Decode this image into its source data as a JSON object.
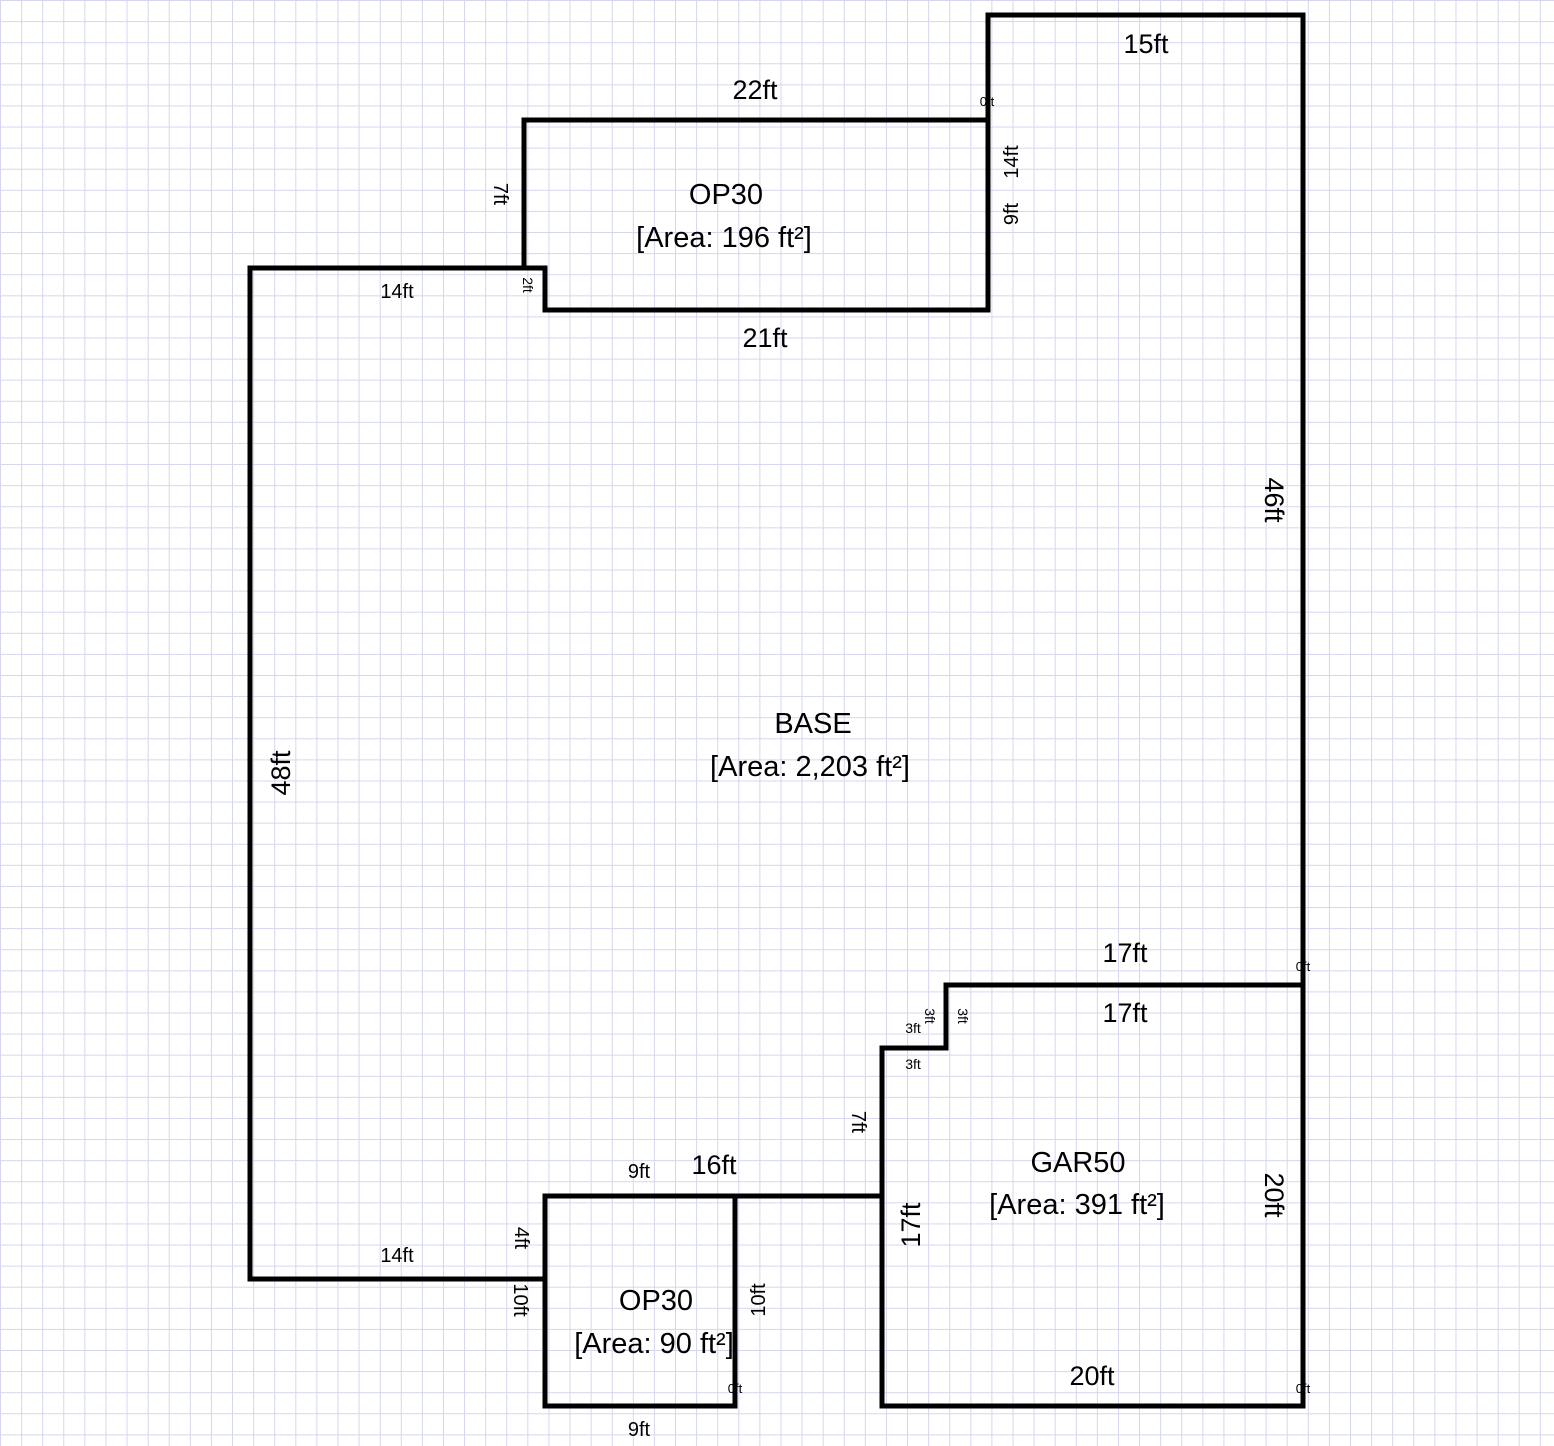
{
  "rooms": {
    "op30_top": {
      "name": "OP30",
      "area": "[Area: 196 ft²]"
    },
    "base": {
      "name": "BASE",
      "area": "[Area: 2,203 ft²]"
    },
    "gar50": {
      "name": "GAR50",
      "area": "[Area: 391 ft²]"
    },
    "op30_bottom": {
      "name": "OP30",
      "area": "[Area: 90 ft²]"
    }
  },
  "dims": {
    "top_15": "15ft",
    "top_22": "22ft",
    "top_0": "0ft",
    "op_left_7": "7ft",
    "right_14": "14ft",
    "right_9": "9ft",
    "base_top_14": "14ft",
    "small_2": "2ft",
    "op_bottom_21": "21ft",
    "right_46": "46ft",
    "left_48": "48ft",
    "gar_top_17a": "17ft",
    "gar_corner_0": "0ft",
    "gar_top_17b": "17ft",
    "step_3a": "3ft",
    "step_3b": "3ft",
    "step_3c": "3ft",
    "step_3d": "3ft",
    "gar_left_7": "7ft",
    "gar_right_20": "20ft",
    "gar_left_17": "17ft",
    "gar_bottom_20": "20ft",
    "gar_bottom_0": "0ft",
    "op2_top_9": "9ft",
    "base_bottom_16": "16ft",
    "op2_left_4": "4ft",
    "base_bottom_14": "14ft",
    "op2_left_10": "10ft",
    "op2_right_10": "10ft",
    "op2_corner_0": "0ft",
    "op2_bottom_9": "9ft"
  }
}
